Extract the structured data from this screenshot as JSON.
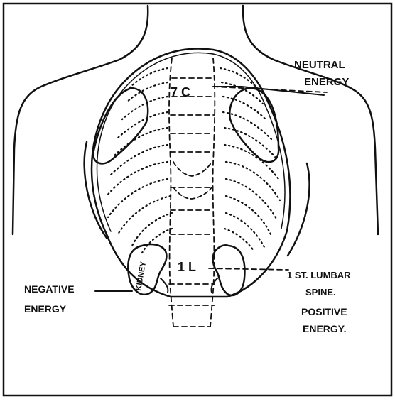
{
  "labels": {
    "neutral_line1": "NEUTRAL",
    "neutral_line2": "ENERGY",
    "vertebra_7c": "7 C",
    "vertebra_1l": "1 L",
    "negative_line1": "NEGATIVE",
    "negative_line2": "ENERGY",
    "lumbar_line1": "1 ST. LUMBAR",
    "lumbar_line2": "SPINE.",
    "positive_line1": "POSITIVE",
    "positive_line2": "ENERGY.",
    "kidney": "KIDNEY"
  },
  "colors": {
    "ink": "#111111",
    "paper": "#ffffff"
  }
}
